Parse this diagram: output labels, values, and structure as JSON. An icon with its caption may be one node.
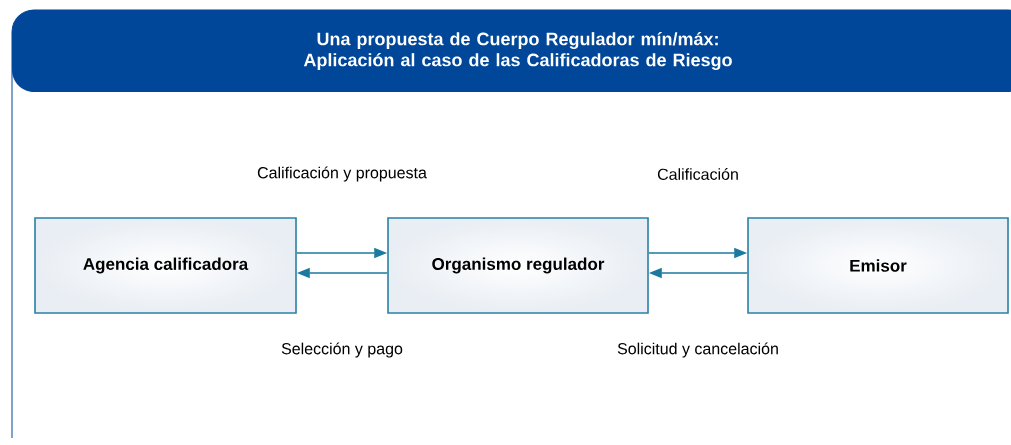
{
  "diagram": {
    "title": "Una propuesta de Cuerpo Regulador mín/máx: Aplicación al caso de las Calificadoras de Riesgo",
    "nodes": [
      {
        "text": [
          "Agencia calificadora"
        ]
      },
      {
        "text": [
          "Organismo regulador"
        ]
      },
      {
        "text": [
          "Emisor"
        ]
      }
    ],
    "edges": [
      {
        "from": 0,
        "to": 1,
        "arrow": "to",
        "label": "Calificación y propuesta"
      },
      {
        "from": 1,
        "to": 0,
        "arrow": "to",
        "label": "Selección y pago"
      },
      {
        "from": 1,
        "to": 2,
        "arrow": "to",
        "label": "Calificación"
      },
      {
        "from": 2,
        "to": 1,
        "arrow": "to",
        "label": "Solicitud y cancelación"
      }
    ]
  }
}
